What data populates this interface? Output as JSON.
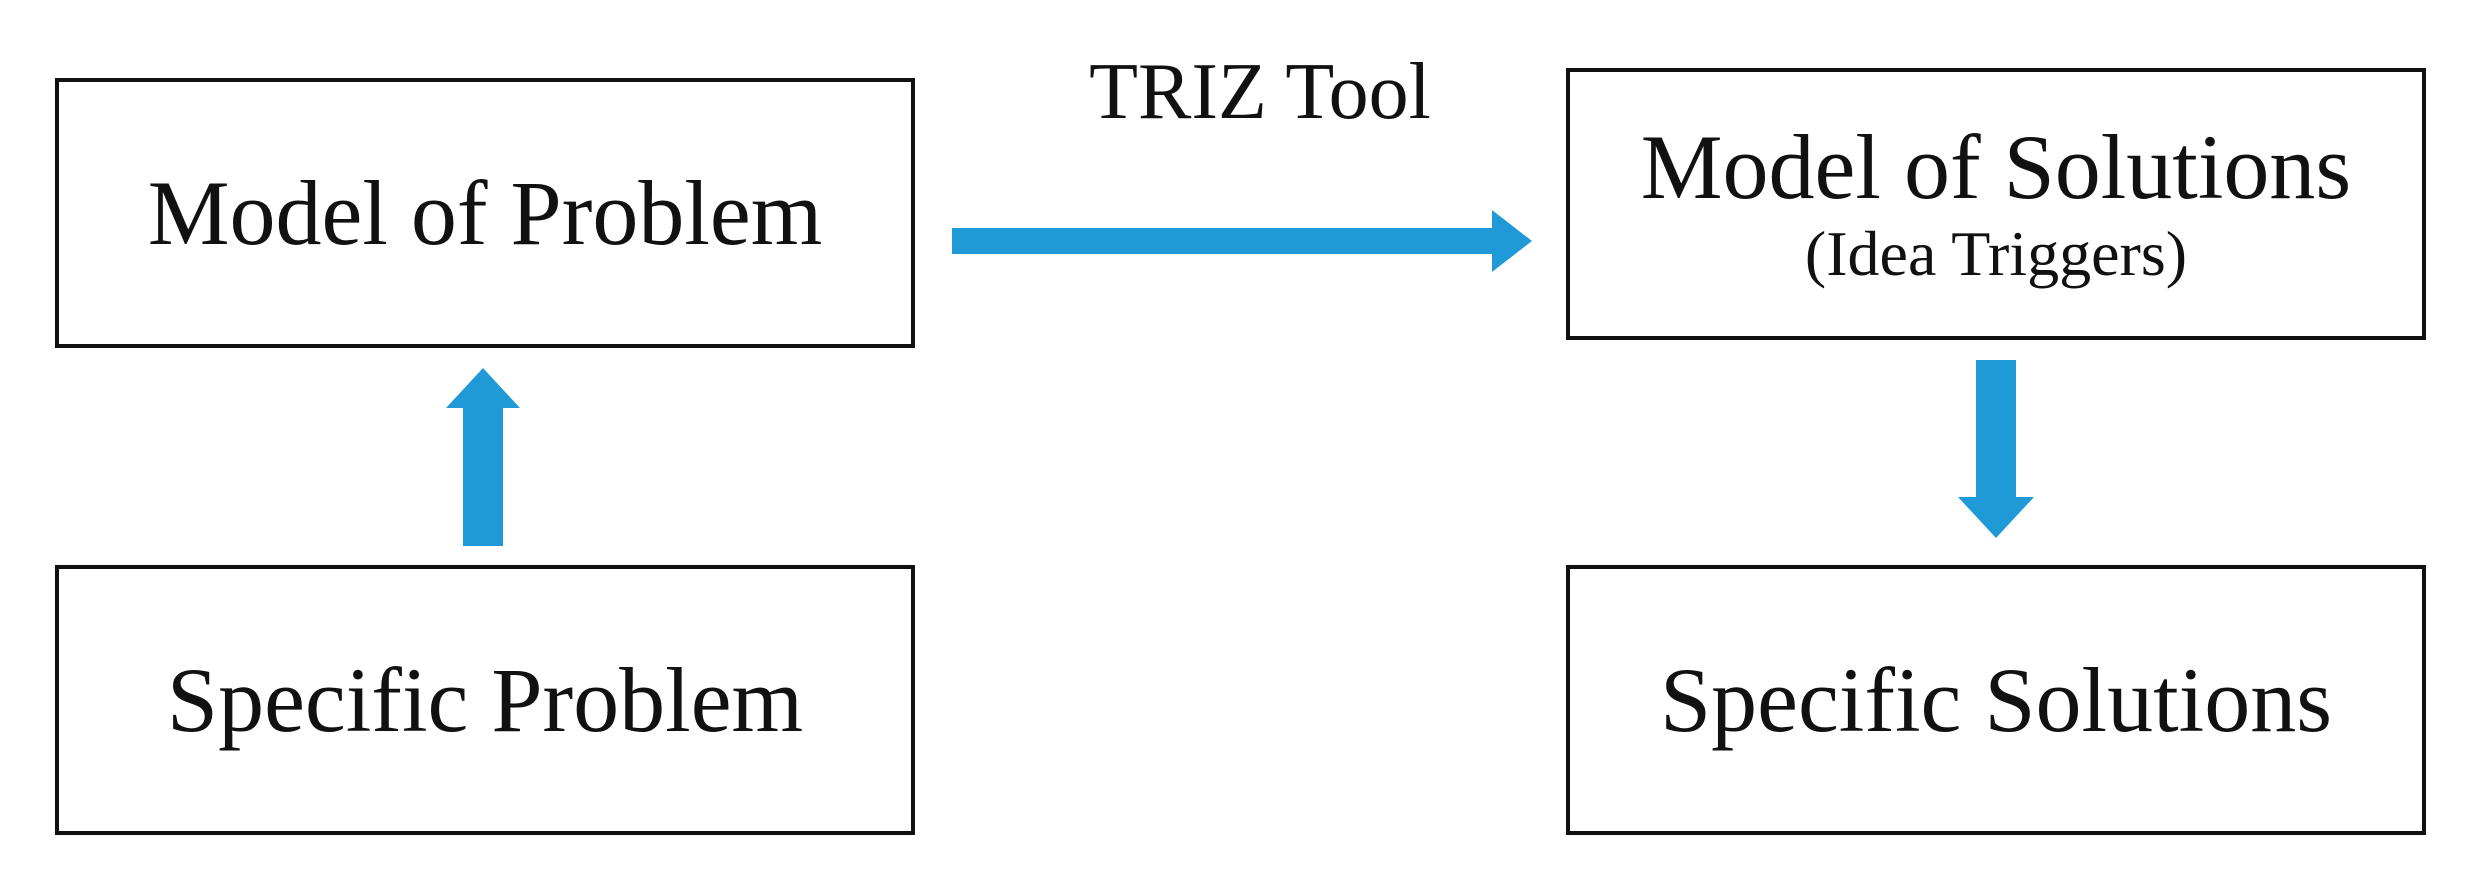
{
  "diagram": {
    "nodes": [
      {
        "id": "model-problem",
        "label": "Model of Problem"
      },
      {
        "id": "specific-problem",
        "label": "Specific Problem"
      },
      {
        "id": "model-solutions",
        "label": "Model of Solutions",
        "sublabel": "(Idea Triggers)"
      },
      {
        "id": "specific-solutions",
        "label": "Specific Solutions"
      }
    ],
    "edges": [
      {
        "from": "specific-problem",
        "to": "model-problem",
        "label": ""
      },
      {
        "from": "model-problem",
        "to": "model-solutions",
        "label": "TRIZ Tool"
      },
      {
        "from": "model-solutions",
        "to": "specific-solutions",
        "label": ""
      }
    ],
    "colors": {
      "arrow": "#1f9ad6",
      "box_border": "#111111",
      "text": "#111111"
    }
  }
}
